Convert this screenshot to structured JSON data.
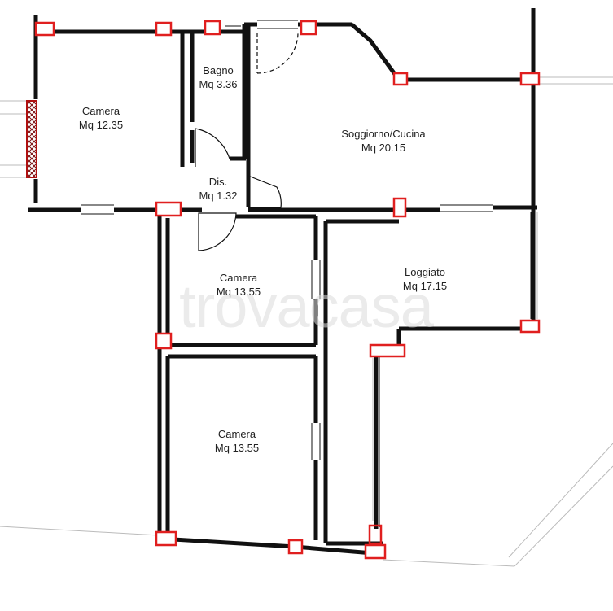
{
  "colors": {
    "wall": "#111111",
    "thin_wall": "#111111",
    "marker": "#e01f1f",
    "guide": "#bbbbbb",
    "background": "#ffffff"
  },
  "watermark": "trovacasa",
  "rooms": [
    {
      "id": "camera-1",
      "name": "Camera",
      "area": "Mq 12.35"
    },
    {
      "id": "bagno",
      "name": "Bagno",
      "area": "Mq 3.36"
    },
    {
      "id": "soggiorno",
      "name": "Soggiorno/Cucina",
      "area": "Mq 20.15"
    },
    {
      "id": "dis",
      "name": "Dis.",
      "area": "Mq 1.32"
    },
    {
      "id": "camera-2",
      "name": "Camera",
      "area": "Mq 13.55"
    },
    {
      "id": "loggiato",
      "name": "Loggiato",
      "area": "Mq 17.15"
    },
    {
      "id": "camera-3",
      "name": "Camera",
      "area": "Mq 13.55"
    }
  ]
}
